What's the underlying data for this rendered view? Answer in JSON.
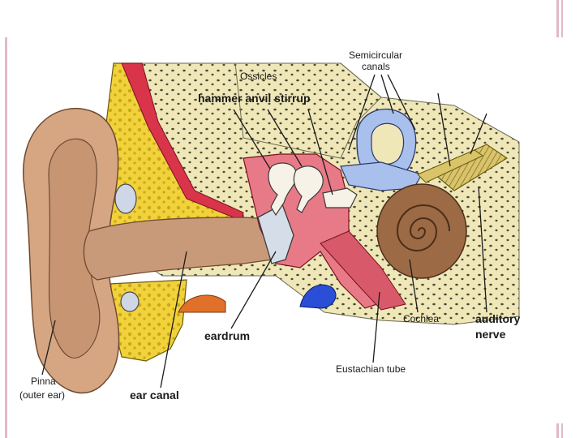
{
  "labels": {
    "ossicles": "Ossicles",
    "ossicle_parts": "hammer anvil stirrup",
    "semicircular_canals_line1": "Semicircular",
    "semicircular_canals_line2": "canals",
    "eardrum": "eardrum",
    "ear_canal": "ear canal",
    "pinna_line1": "Pinna",
    "pinna_line2": "(outer ear)",
    "cochlea": "Cochlea",
    "auditory_nerve_line1": "auditory",
    "auditory_nerve_line2": "nerve",
    "eustachian_tube": "Eustachian tube"
  },
  "colors": {
    "frame": "#e3b9c6",
    "skin": "#d6a683",
    "skin_dark": "#b98462",
    "bone": "#efe7b8",
    "fat": "#f2d23b",
    "muscle": "#d9344a",
    "inner_red": "#e77a86",
    "canal_blue": "#a9c0ec",
    "cochlea": "#9c6a45",
    "nerve": "#d9c46a",
    "vessel_blue": "#2a4fd6",
    "orange_gland": "#e0702a"
  }
}
